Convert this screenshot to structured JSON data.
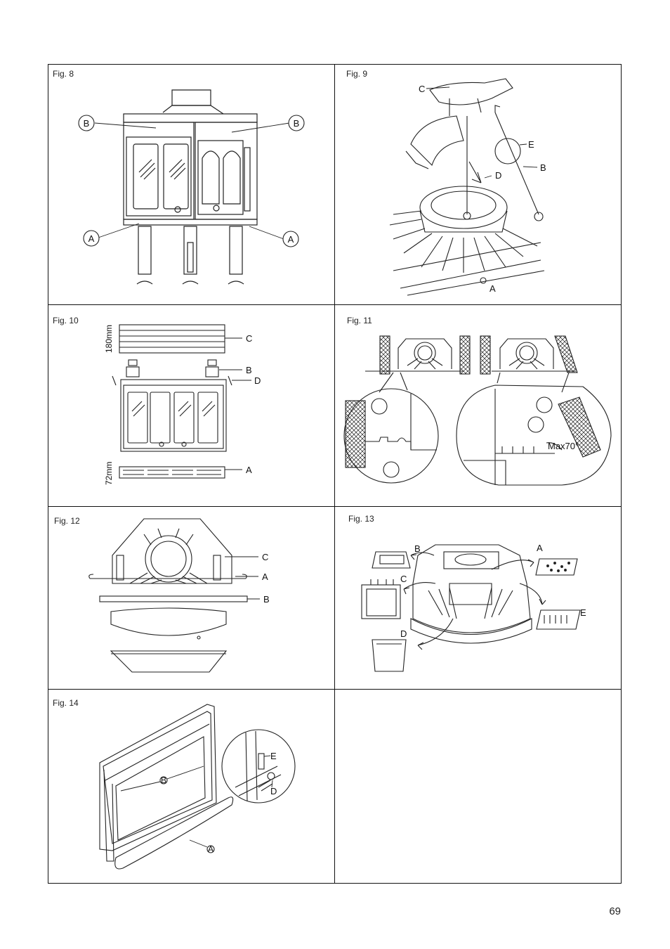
{
  "figures": {
    "fig8": {
      "label": "Fig. 8",
      "callouts": [
        "B",
        "B",
        "A",
        "A"
      ]
    },
    "fig9": {
      "label": "Fig. 9",
      "callouts": [
        "C",
        "E",
        "B",
        "D",
        "A"
      ]
    },
    "fig10": {
      "label": "Fig. 10",
      "callouts": [
        "C",
        "B",
        "D",
        "A"
      ],
      "dim_top": "180mm",
      "dim_bottom": "72mm"
    },
    "fig11": {
      "label": "Fig. 11",
      "angle_note": "Max70°"
    },
    "fig12": {
      "label": "Fig. 12",
      "callouts": [
        "C",
        "A",
        "B"
      ]
    },
    "fig13": {
      "label": "Fig. 13",
      "callouts": [
        "B",
        "A",
        "C",
        "E",
        "D"
      ]
    },
    "fig14": {
      "label": "Fig. 14",
      "callouts": [
        "B",
        "E",
        "D",
        "A"
      ]
    }
  },
  "page_number": "69"
}
